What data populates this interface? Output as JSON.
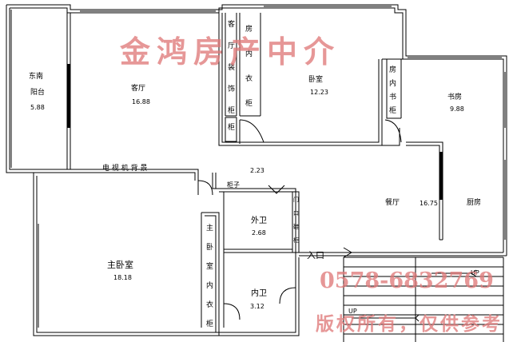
{
  "rooms": {
    "balcony": {
      "name_line1": "东南",
      "name_line2": "阳台",
      "area": "5.88"
    },
    "living": {
      "name": "客厅",
      "area": "16.88"
    },
    "bedroom": {
      "name": "卧室",
      "area": "12.23"
    },
    "study": {
      "name": "书房",
      "area": "9.88"
    },
    "dining": {
      "name": "餐厅",
      "area": "16.75"
    },
    "kitchen": {
      "name": "厨房"
    },
    "master_bedroom": {
      "name": "主卧室",
      "area": "18.18"
    },
    "outer_bath": {
      "name": "外卫",
      "area": "2.68"
    },
    "inner_bath": {
      "name": "内卫",
      "area": "3.12"
    }
  },
  "labels": {
    "living_cabinet": "客厅装饰柜",
    "bedroom_closet": "房内衣柜",
    "study_bookcase": "房内书柜",
    "cabinet_box": "柜",
    "tv_wall": "电 视 机 背 景",
    "corridor_area": "2.23",
    "cabinet": "柜子",
    "shoe_cabinet": "门口鞋柜",
    "master_closet": "主卧室内衣柜",
    "entrance": "入口",
    "stairs_up_1": "UP",
    "stairs_up_2": "UP"
  },
  "watermarks": {
    "title": "金鸿房产中介",
    "phone": "0578-6832769",
    "copyright": "版权所有，仅供参考"
  }
}
